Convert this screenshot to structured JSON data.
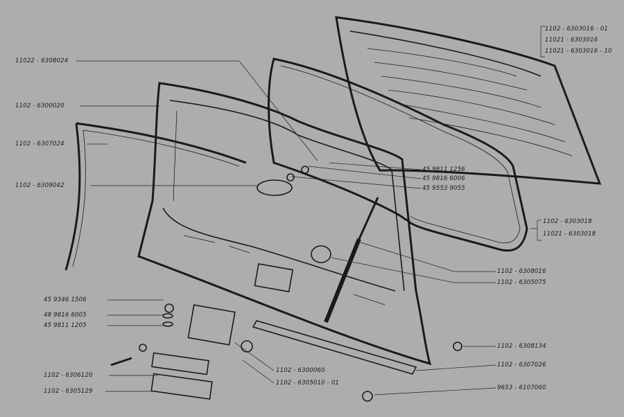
{
  "labels": {
    "glass_variants": [
      "1102 - 6303016 - 01",
      "11021 - 6303016",
      "11021 - 6303016 - 10"
    ],
    "hinge": "11022 - 6308024",
    "door_frame": "1102 - 6300020",
    "left_seal": "1102 - 6307024",
    "handle": "1102 - 6309042",
    "plug_1": "45 9811 1256",
    "plug_2": "45 9816 6006",
    "plug_3": "45 9553 9055",
    "seal_variants": [
      "1102 - 6303018",
      "11021 - 6303018"
    ],
    "strut": "1102 - 6308016",
    "grommet": "1102 - 6305075",
    "bolt": "45 9346 1506",
    "washer_1": "48 9816 6005",
    "washer_2": "45 9811 1205",
    "stud": "1102 - 6308134",
    "lower_seal": "1102 - 6307026",
    "striker": "1102 - 6306120",
    "cover": "1102 - 6300060",
    "lock": "1102 - 6305010 - 01",
    "striker_plate": "1102 - 6305129",
    "nut": "9653 - 6107060"
  }
}
